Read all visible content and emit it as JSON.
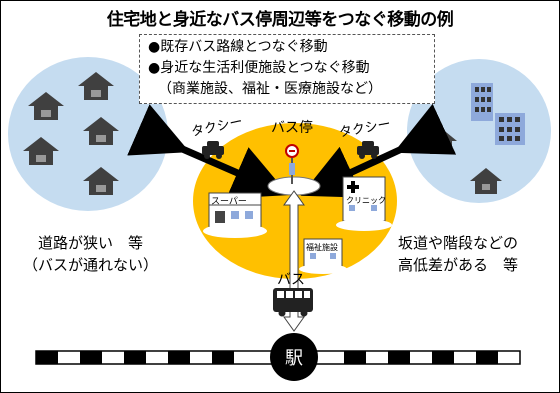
{
  "title": "住宅地と身近なバス停周辺等をつなぐ移動の例",
  "info": {
    "line1": "●既存バス路線とつなぐ移動",
    "line2": "●身近な生活利便施設とつなぐ移動",
    "line3": "（商業施設、福祉・医療施設など）"
  },
  "labels": {
    "taxi_left": "タクシー",
    "bus_stop": "バス停",
    "taxi_right": "タクシー",
    "supermarket": "スーパー",
    "clinic": "クリニック",
    "welfare": "福祉施設",
    "bus": "バス",
    "station": "駅",
    "left_note_1": "道路が狭い　等",
    "left_note_2": "（バスが通れない）",
    "right_note_1": "坂道や階段などの",
    "right_note_2": "高低差がある　等"
  },
  "colors": {
    "residential_area": "#c5dcf0",
    "central_area": "#ffc000",
    "house_roof": "#404040",
    "house_body": "#808080",
    "building": "#8ea9db"
  },
  "icons": [
    "house-icon",
    "building-icon",
    "bus-stop-icon",
    "taxi-icon",
    "bus-icon",
    "store-icon",
    "clinic-icon",
    "welfare-facility-icon"
  ]
}
